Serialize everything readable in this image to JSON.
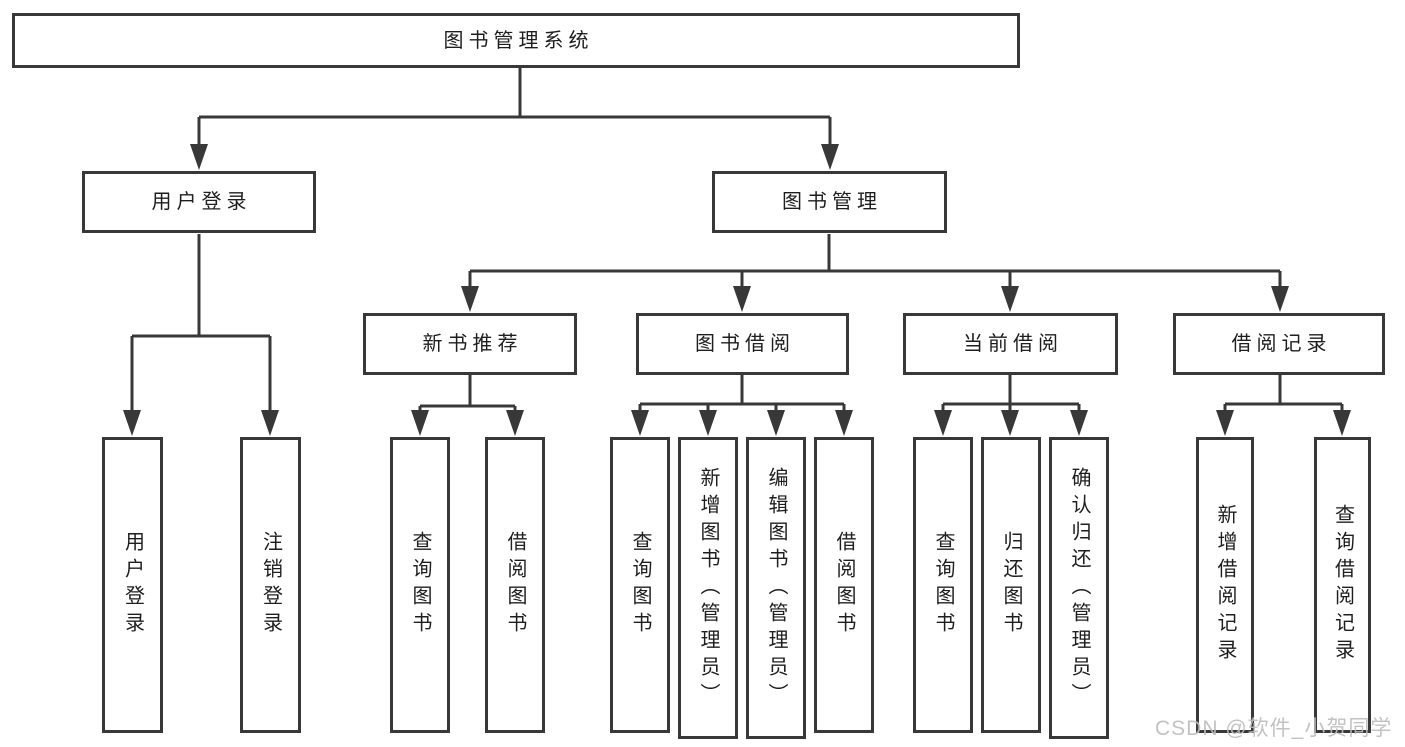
{
  "colors": {
    "line-color": "#383838",
    "text-color": "#1e1e1e",
    "watermark-color": "#bdbdbd"
  },
  "watermark": "CSDN @软件_小贺同学",
  "diagram": {
    "type": "hierarchy-tree",
    "root": {
      "label": "图书管理系统",
      "children": [
        {
          "label": "用户登录",
          "children": [
            {
              "label": "用户登录"
            },
            {
              "label": "注销登录"
            }
          ]
        },
        {
          "label": "图书管理",
          "children": [
            {
              "label": "新书推荐",
              "children": [
                {
                  "label": "查询图书"
                },
                {
                  "label": "借阅图书"
                }
              ]
            },
            {
              "label": "图书借阅",
              "children": [
                {
                  "label": "查询图书"
                },
                {
                  "label": "新增图书（管理员）"
                },
                {
                  "label": "编辑图书（管理员）"
                },
                {
                  "label": "借阅图书"
                }
              ]
            },
            {
              "label": "当前借阅",
              "children": [
                {
                  "label": "查询图书"
                },
                {
                  "label": "归还图书"
                },
                {
                  "label": "确认归还（管理员）"
                }
              ]
            },
            {
              "label": "借阅记录",
              "children": [
                {
                  "label": "新增借阅记录"
                },
                {
                  "label": "查询借阅记录"
                }
              ]
            }
          ]
        }
      ]
    }
  }
}
